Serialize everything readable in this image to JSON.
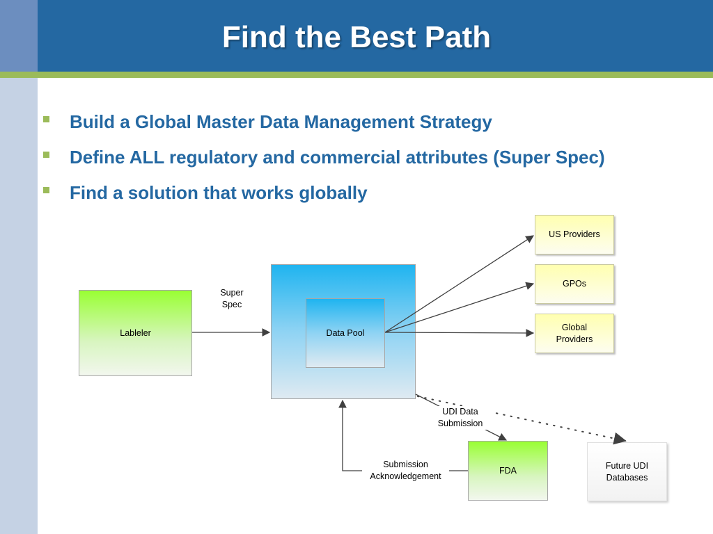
{
  "title": "Find the Best Path",
  "bullets": [
    "Build a Global Master Data Management Strategy",
    "Define ALL regulatory and commercial attributes (Super Spec)",
    "Find a solution that works globally"
  ],
  "diagram": {
    "nodes": {
      "labeler": "Lableler",
      "data_pool": "Data Pool",
      "us_providers": "US Providers",
      "gpos": "GPOs",
      "global_providers": "Global Providers",
      "fda": "FDA",
      "future_udi": "Future UDI Databases"
    },
    "edge_labels": {
      "super_spec": "Super Spec",
      "udi_submission": "UDI Data Submission",
      "submission_ack": "Submission Acknowledgement"
    }
  },
  "colors": {
    "header": "#2468a2",
    "accent_green": "#9bbb59",
    "bullet_text": "#2468a2"
  }
}
